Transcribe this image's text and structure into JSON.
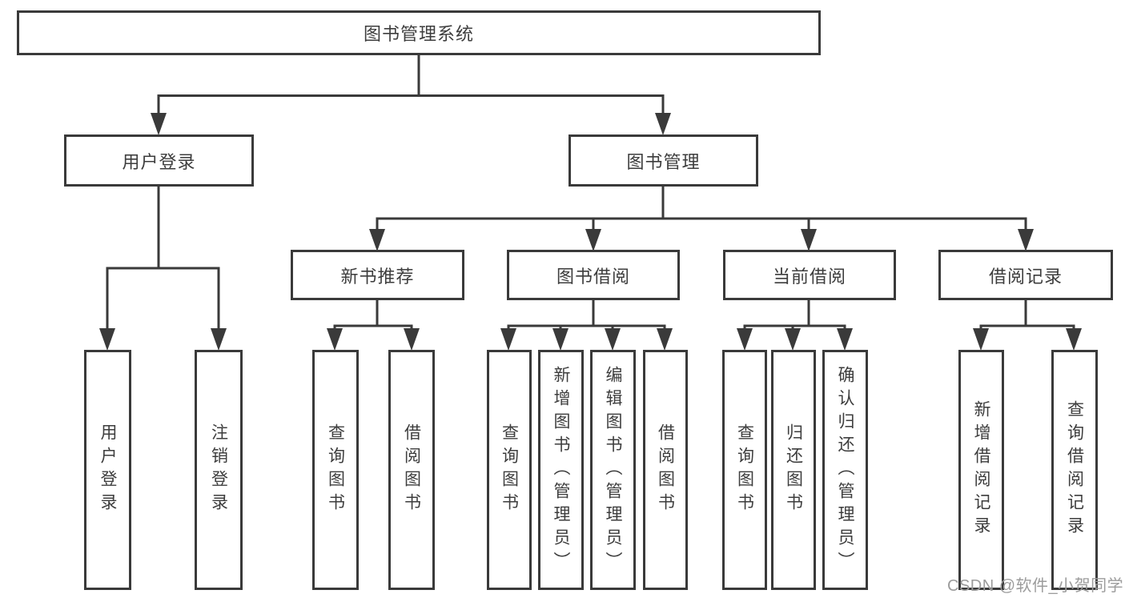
{
  "diagram": {
    "root": {
      "label": "图书管理系统"
    },
    "branches": [
      {
        "label": "用户登录",
        "children": [
          {
            "label": "用户登录"
          },
          {
            "label": "注销登录"
          }
        ]
      },
      {
        "label": "图书管理",
        "children": [
          {
            "label": "新书推荐",
            "children": [
              {
                "label": "查询图书"
              },
              {
                "label": "借阅图书"
              }
            ]
          },
          {
            "label": "图书借阅",
            "children": [
              {
                "label": "查询图书"
              },
              {
                "label": "新增图书（管理员）"
              },
              {
                "label": "编辑图书（管理员）"
              },
              {
                "label": "借阅图书"
              }
            ]
          },
          {
            "label": "当前借阅",
            "children": [
              {
                "label": "查询图书"
              },
              {
                "label": "归还图书"
              },
              {
                "label": "确认归还（管理员）"
              }
            ]
          },
          {
            "label": "借阅记录",
            "children": [
              {
                "label": "新增借阅记录"
              },
              {
                "label": "查询借阅记录"
              }
            ]
          }
        ]
      }
    ],
    "colors": {
      "line": "#3a3a3a",
      "box_border": "#3a3a3a",
      "text": "#3d3d3d",
      "background": "#ffffff",
      "watermark": "#9c9c9c"
    }
  },
  "watermark": {
    "text": "CSDN @软件_小贺同学"
  }
}
